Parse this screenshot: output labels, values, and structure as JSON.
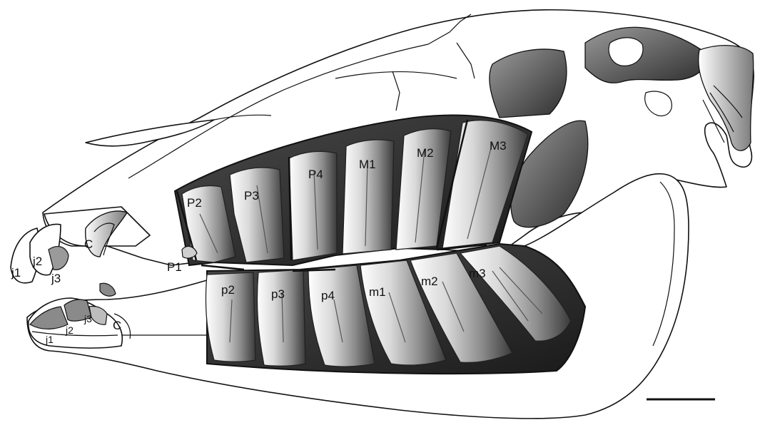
{
  "labels": {
    "upper_incisors": [
      "j1",
      "j2",
      "j3"
    ],
    "upper_canine": "C",
    "upper_premolar_1": "P1",
    "upper_cheek_teeth": [
      "P2",
      "P3",
      "P4",
      "M1",
      "M2",
      "M3"
    ],
    "lower_incisors": [
      "j1",
      "j2",
      "j3"
    ],
    "lower_canine": "C",
    "lower_cheek_teeth": [
      "p2",
      "p3",
      "p4",
      "m1",
      "m2",
      "m3"
    ]
  },
  "colors": {
    "line": "#111111",
    "bone": "#ffffff",
    "tooth_shade": "#8a8a8a",
    "cavity_shade": "#2b2b2b"
  }
}
